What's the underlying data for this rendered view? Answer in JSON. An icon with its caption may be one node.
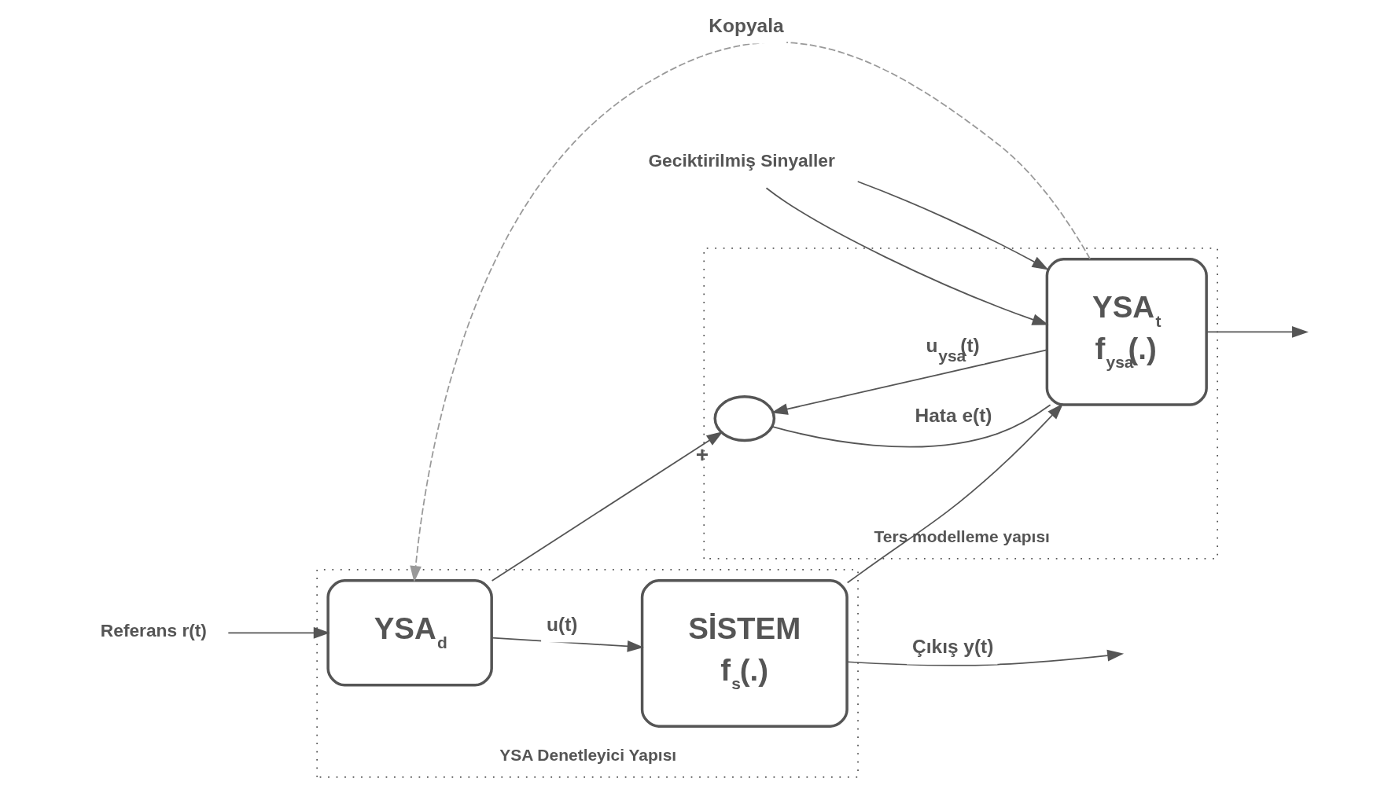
{
  "diagram": {
    "nodes": [
      {
        "text": [
          "YSA Denetleyici Yapısı"
        ]
      },
      {
        "text": [
          "YSA$_{d}$"
        ],
        "in": 0
      },
      {
        "text": [
          "SİSTEM",
          "f$_{s}$(.)"
        ],
        "in": 0
      },
      {
        "text": [
          "Ters modelleme yapısı"
        ]
      },
      {
        "text": [],
        "shape": "circle",
        "in": 3,
        "beside": [
          "+"
        ]
      },
      {
        "text": [
          "YSA$_{t}$",
          "f$_{ysa}$(.)"
        ],
        "in": 3
      },
      {
        "text": [
          "Referans r(t)"
        ]
      },
      {
        "text": [
          "Geciktirilmiş Sinyaller"
        ]
      }
    ],
    "edges": [
      {
        "from": 6,
        "to": 1,
        "arrow": "to"
      },
      {
        "from": 1,
        "to": 2,
        "arrow": "to",
        "label": "u(t)"
      },
      {
        "from": 1,
        "to": 4,
        "arrow": "to"
      },
      {
        "from": 2,
        "to": null,
        "arrow": "to",
        "label": "Çıkış y(t)"
      },
      {
        "from": 2,
        "to": 5,
        "arrow": "to"
      },
      {
        "from": 4,
        "to": 5,
        "arrow": "none",
        "label": "Hata e(t)"
      },
      {
        "from": 5,
        "to": 4,
        "arrow": "to",
        "label": "u$_{ysa}$(t)"
      },
      {
        "from": 7,
        "to": 5,
        "arrow": "to"
      },
      {
        "from": 7,
        "to": 5,
        "arrow": "to"
      },
      {
        "from": 5,
        "to": null,
        "arrow": "to"
      },
      {
        "from": 5,
        "to": 1,
        "arrow": "to",
        "style": "dashed",
        "color": "#999999",
        "label": "Kopyala"
      }
    ]
  }
}
